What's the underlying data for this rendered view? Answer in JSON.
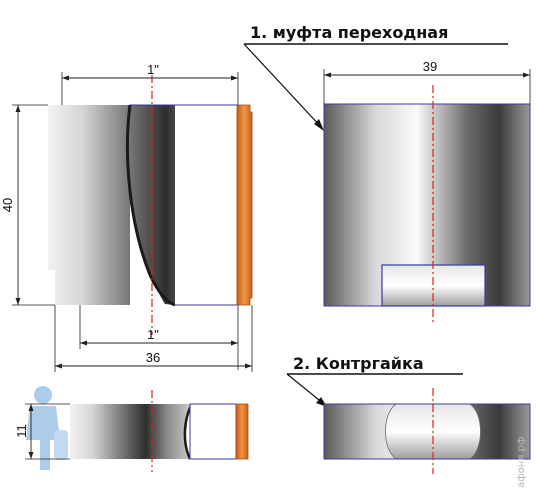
{
  "labels": {
    "part1_title": "1. муфта переходная",
    "part2_title": "2. Контргайка"
  },
  "dimensions": {
    "top_width_left": "1\"",
    "left_height": "40",
    "bottom_width_inner": "1\"",
    "bottom_width_outer": "36",
    "right_width": "39",
    "nut_height": "11"
  },
  "watermark": "афоня.рф",
  "colors": {
    "thread": "#e07a2c",
    "axis": "#e02020",
    "outline": "#3a3aa0",
    "dim_line": "#222222"
  }
}
